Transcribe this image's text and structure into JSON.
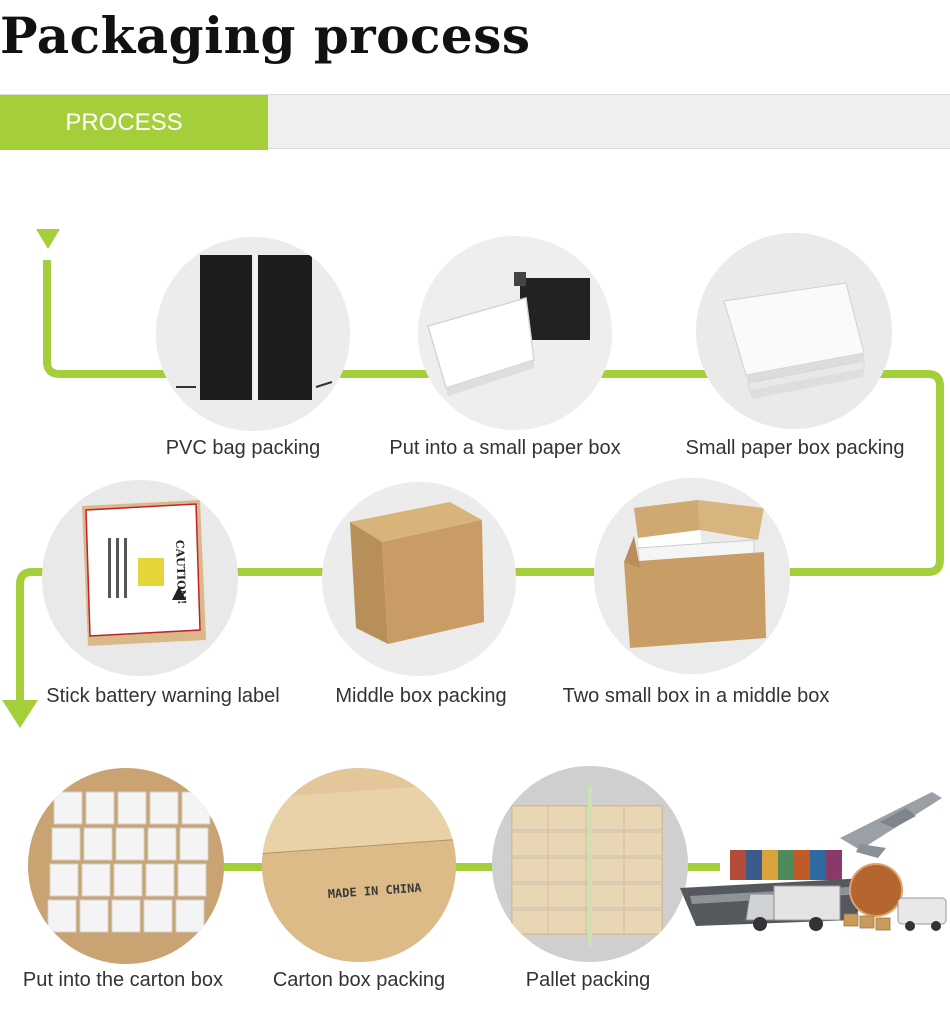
{
  "page": {
    "title": "Packaging process"
  },
  "process_tab": {
    "label": "PROCESS"
  },
  "steps": [
    {
      "label": "PVC bag packing"
    },
    {
      "label": "Put into a small paper box"
    },
    {
      "label": "Small paper box packing"
    },
    {
      "label": "Stick battery warning label"
    },
    {
      "label": "Middle box packing"
    },
    {
      "label": "Two small box in a middle box"
    },
    {
      "label": "Put into the carton box"
    },
    {
      "label": "Carton box packing"
    },
    {
      "label": "Pallet packing"
    }
  ],
  "images": {
    "warning_label": {
      "heading": "CAUTION!"
    },
    "carton": {
      "print": "MADE IN CHINA"
    }
  },
  "colors": {
    "accent": "#a5cf3a",
    "flow_line": "#a5cf3a"
  }
}
